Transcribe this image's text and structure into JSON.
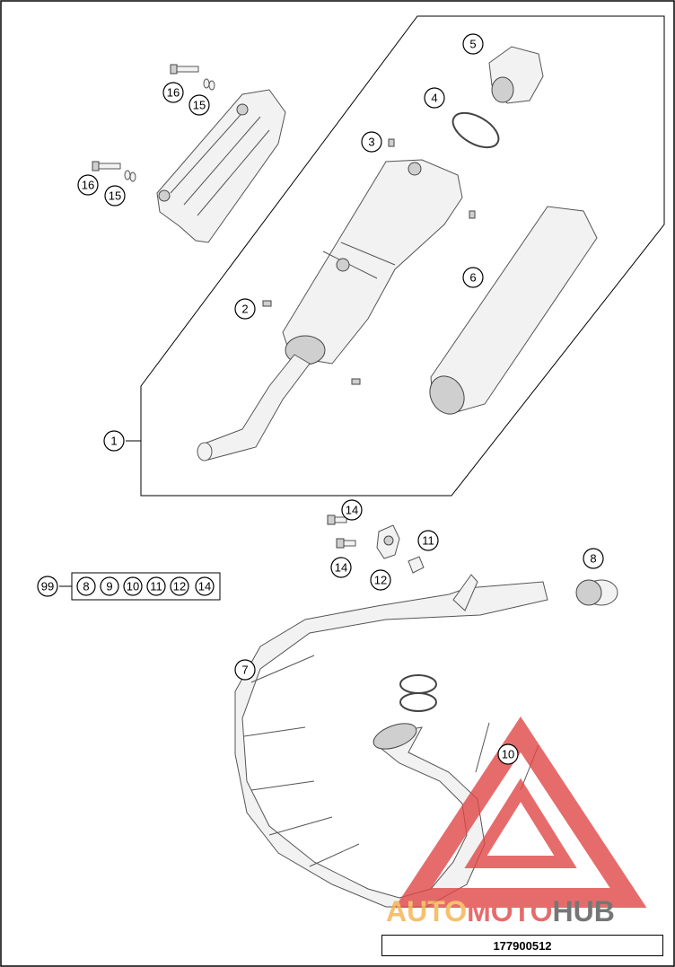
{
  "diagram": {
    "callouts": {
      "c1": "1",
      "c2": "2",
      "c3": "3",
      "c4": "4",
      "c5": "5",
      "c6": "6",
      "c7": "7",
      "c8": "8",
      "c10": "10",
      "c11": "11",
      "c12": "12",
      "c14a": "14",
      "c14b": "14",
      "c15a": "15",
      "c15b": "15",
      "c16a": "16",
      "c16b": "16",
      "c99": "99"
    },
    "kit_items": [
      "8",
      "9",
      "10",
      "11",
      "12",
      "14"
    ],
    "drawing_number": "177900512"
  },
  "watermark": {
    "text_prefix": "AUTO",
    "text_middle": "MOTO",
    "text_suffix": "HUB",
    "color_primary": "#e04848",
    "color_secondary": "#f5b14a",
    "color_dark": "#555555"
  }
}
